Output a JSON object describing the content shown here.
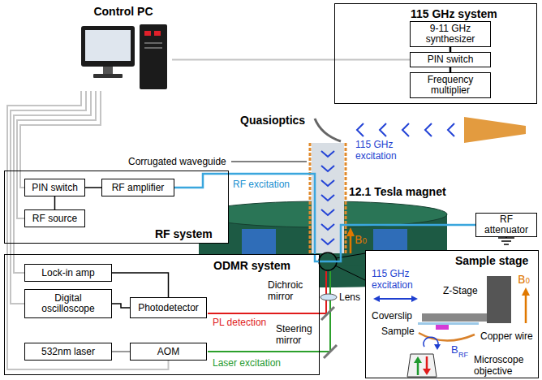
{
  "diagram": {
    "nodes": [
      {
        "text": [
          "Control PC"
        ]
      },
      {
        "text": [
          "115 GHz system"
        ]
      },
      {
        "text": [
          "9-11 GHz synthesizer"
        ],
        "in": 1
      },
      {
        "text": [
          "PIN switch"
        ],
        "in": 1
      },
      {
        "text": [
          "Frequency multiplier"
        ],
        "in": 1
      },
      {
        "text": [
          "RF system"
        ]
      },
      {
        "text": [
          "PIN switch"
        ],
        "in": 5
      },
      {
        "text": [
          "RF amplifier"
        ],
        "in": 5
      },
      {
        "text": [
          "RF source"
        ],
        "in": 5
      },
      {
        "text": [
          "RF attenuator"
        ]
      },
      {
        "text": [
          "ODMR system"
        ]
      },
      {
        "text": [
          "Lock-in amp"
        ],
        "in": 10
      },
      {
        "text": [
          "Digital oscilloscope"
        ],
        "in": 10
      },
      {
        "text": [
          "Photodetector"
        ],
        "in": 10
      },
      {
        "text": [
          "532nm laser"
        ],
        "in": 10
      },
      {
        "text": [
          "AOM"
        ],
        "in": 10
      },
      {
        "text": [
          "Sample stage"
        ]
      }
    ],
    "edges": [
      {
        "from": 0,
        "to": 3,
        "arrow": "none"
      },
      {
        "from": 0,
        "to": 6,
        "arrow": "none"
      },
      {
        "from": 0,
        "to": 8,
        "arrow": "none"
      },
      {
        "from": 0,
        "to": 11,
        "arrow": "none"
      },
      {
        "from": 0,
        "to": 12,
        "arrow": "none"
      },
      {
        "from": 0,
        "to": 15,
        "arrow": "none"
      },
      {
        "from": 2,
        "to": 3,
        "arrow": "none"
      },
      {
        "from": 3,
        "to": 4,
        "arrow": "none"
      },
      {
        "from": 6,
        "to": 7,
        "arrow": "none"
      },
      {
        "from": 6,
        "to": 8,
        "arrow": "none"
      },
      {
        "from": 7,
        "to": 9,
        "label": "RF excitation",
        "arrow": "none"
      },
      {
        "from": 11,
        "to": 13,
        "arrow": "none"
      },
      {
        "from": 12,
        "to": 13,
        "arrow": "none"
      },
      {
        "from": 14,
        "to": 15,
        "arrow": "none"
      }
    ],
    "labels": [
      "Quasioptics",
      "Corrugated waveguide",
      "115 GHz excitation",
      "12.1 Tesla magnet",
      "B₀",
      "Dichroic mirror",
      "Lens",
      "PL detection",
      "Steering mirror",
      "Laser excitation",
      "115 GHz excitation",
      "Z-Stage",
      "B₀",
      "Coverslip",
      "Sample",
      "Copper wire",
      "B",
      "RF",
      "Microscope objective"
    ]
  }
}
